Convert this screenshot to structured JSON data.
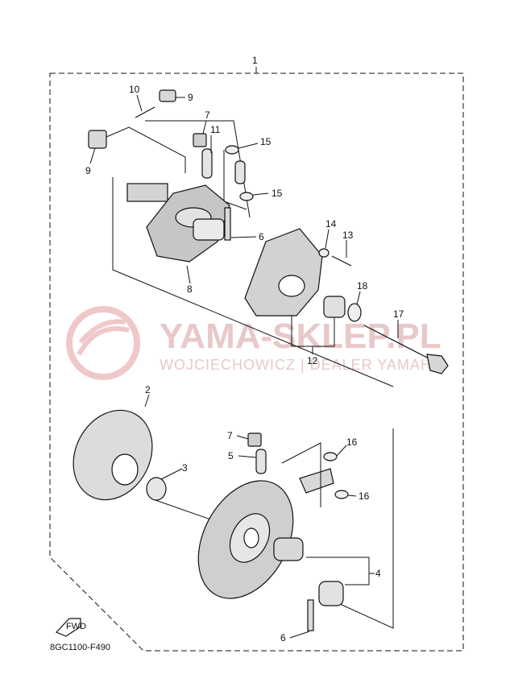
{
  "diagram": {
    "code": "8GC1100-F490",
    "fwd": "FWD",
    "watermark": {
      "title": "YAMA-SKLEP.PL",
      "subtitle": "WOJCIECHOWICZ | DEALER YAMAHA"
    },
    "callouts": {
      "c1": "1",
      "c2": "2",
      "c3": "3",
      "c4": "4",
      "c5": "5",
      "c6a": "6",
      "c6b": "6",
      "c7a": "7",
      "c7b": "7",
      "c8": "8",
      "c9a": "9",
      "c9b": "9",
      "c10": "10",
      "c11": "11",
      "c12": "12",
      "c13": "13",
      "c14": "14",
      "c15a": "15",
      "c15b": "15",
      "c16a": "16",
      "c16b": "16",
      "c17": "17",
      "c18": "18"
    }
  }
}
